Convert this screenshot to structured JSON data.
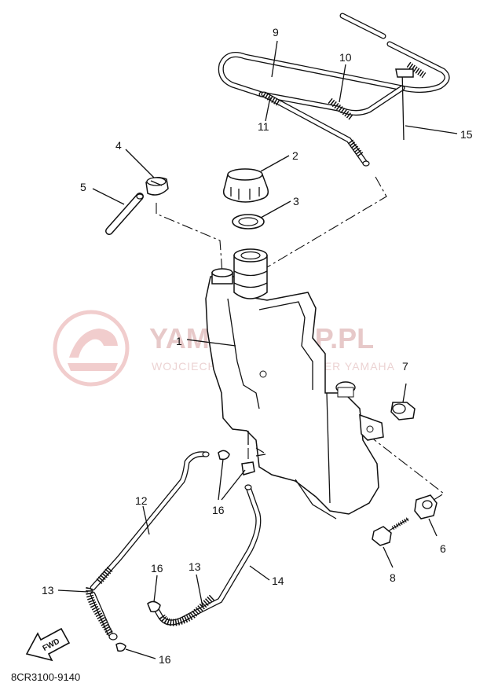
{
  "watermark": {
    "title": "YAMA-SKLEP.PL",
    "subtitle": "WOJCIECH KRAWCZYK DEALER YAMAHA",
    "logo": "yamaha-dealer-logo"
  },
  "callouts": [
    "1",
    "2",
    "3",
    "4",
    "5",
    "6",
    "7",
    "8",
    "9",
    "10",
    "11",
    "12",
    "13",
    "13",
    "14",
    "15",
    "16",
    "16",
    "16"
  ],
  "fwd_label": "FWD",
  "figure_code": "8CR3100-9140"
}
